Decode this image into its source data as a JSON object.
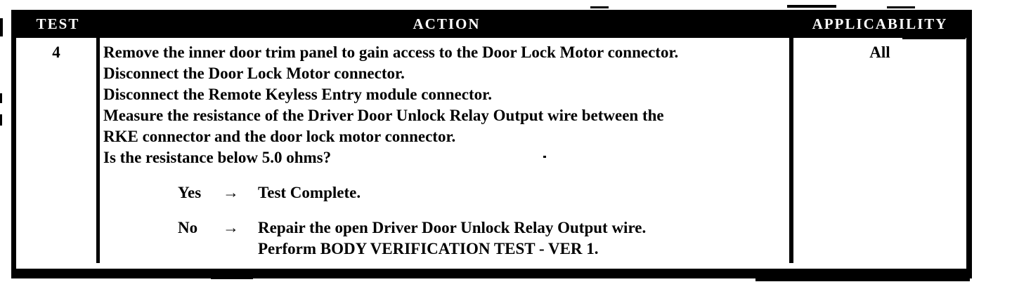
{
  "table": {
    "header": {
      "col_test": "TEST",
      "col_action": "ACTION",
      "col_applicability": "APPLICABILITY"
    },
    "row": {
      "test_number": "4",
      "applicability": "All",
      "action": {
        "lines": [
          "Remove the inner door trim panel to gain access to the Door Lock Motor connector.",
          "Disconnect the Door Lock Motor connector.",
          "Disconnect the Remote Keyless Entry module connector.",
          "Measure the resistance of the Driver Door Unlock Relay Output wire between the",
          "RKE connector and the door lock motor connector.",
          "Is the resistance below 5.0 ohms?"
        ],
        "yes": {
          "label": "Yes",
          "arrow": "→",
          "results": [
            "Test Complete."
          ]
        },
        "no": {
          "label": "No",
          "arrow": "→",
          "results": [
            "Repair the open Driver Door Unlock Relay Output wire.",
            "Perform BODY VERIFICATION TEST - VER 1."
          ]
        }
      }
    },
    "colors": {
      "header_bg": "#000000",
      "header_text": "#ffffff",
      "body_text": "#000000",
      "page_bg": "#ffffff",
      "border": "#000000"
    }
  }
}
